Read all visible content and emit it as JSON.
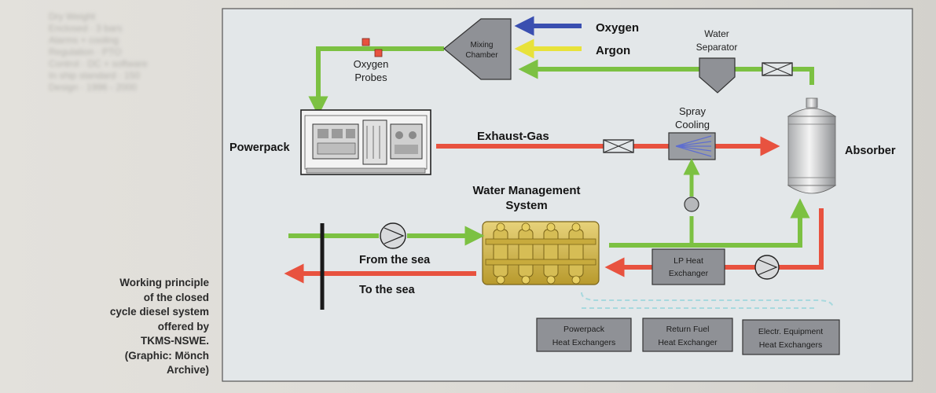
{
  "blurred_sidebar": {
    "lines": [
      "Dry Weight",
      "Enclosed · 3 bars",
      "Alarms + cooling",
      "Regulation · PTO",
      "Control · DC + software",
      "In ship standard · 150",
      "Design · 1996 - 2000"
    ]
  },
  "caption": {
    "lines": [
      "Working principle",
      "of the closed",
      "cycle diesel system",
      "offered by",
      "TKMS-NSWE.",
      "(Graphic: Mönch",
      "Archive)"
    ]
  },
  "diagram": {
    "inputs": {
      "oxygen": "Oxygen",
      "argon": "Argon"
    },
    "mixing_chamber": [
      "Mixing",
      "Chamber"
    ],
    "oxygen_probes": [
      "Oxygen",
      "Probes"
    ],
    "water_separator": [
      "Water",
      "Separator"
    ],
    "powerpack": "Powerpack",
    "exhaust_gas": "Exhaust-Gas",
    "spray_cooling": [
      "Spray",
      "Cooling"
    ],
    "absorber": "Absorber",
    "water_management": [
      "Water Management",
      "System"
    ],
    "from_sea": "From the sea",
    "to_sea": "To the sea",
    "lp_heat_exchanger": [
      "LP Heat",
      "Exchanger"
    ],
    "heat_exchangers": {
      "powerpack": [
        "Powerpack",
        "Heat Exchangers"
      ],
      "return_fuel": [
        "Return Fuel",
        "Heat Exchanger"
      ],
      "electr_equipment": [
        "Electr. Equipment",
        "Heat Exchangers"
      ]
    },
    "colors": {
      "green": "#7cc142",
      "red": "#e8523f",
      "blue": "#3a4fb0",
      "yellow": "#e8e23a",
      "panel": "#e3e7e9",
      "box": "#8f9196",
      "cyan": "#8fd3d8"
    }
  }
}
